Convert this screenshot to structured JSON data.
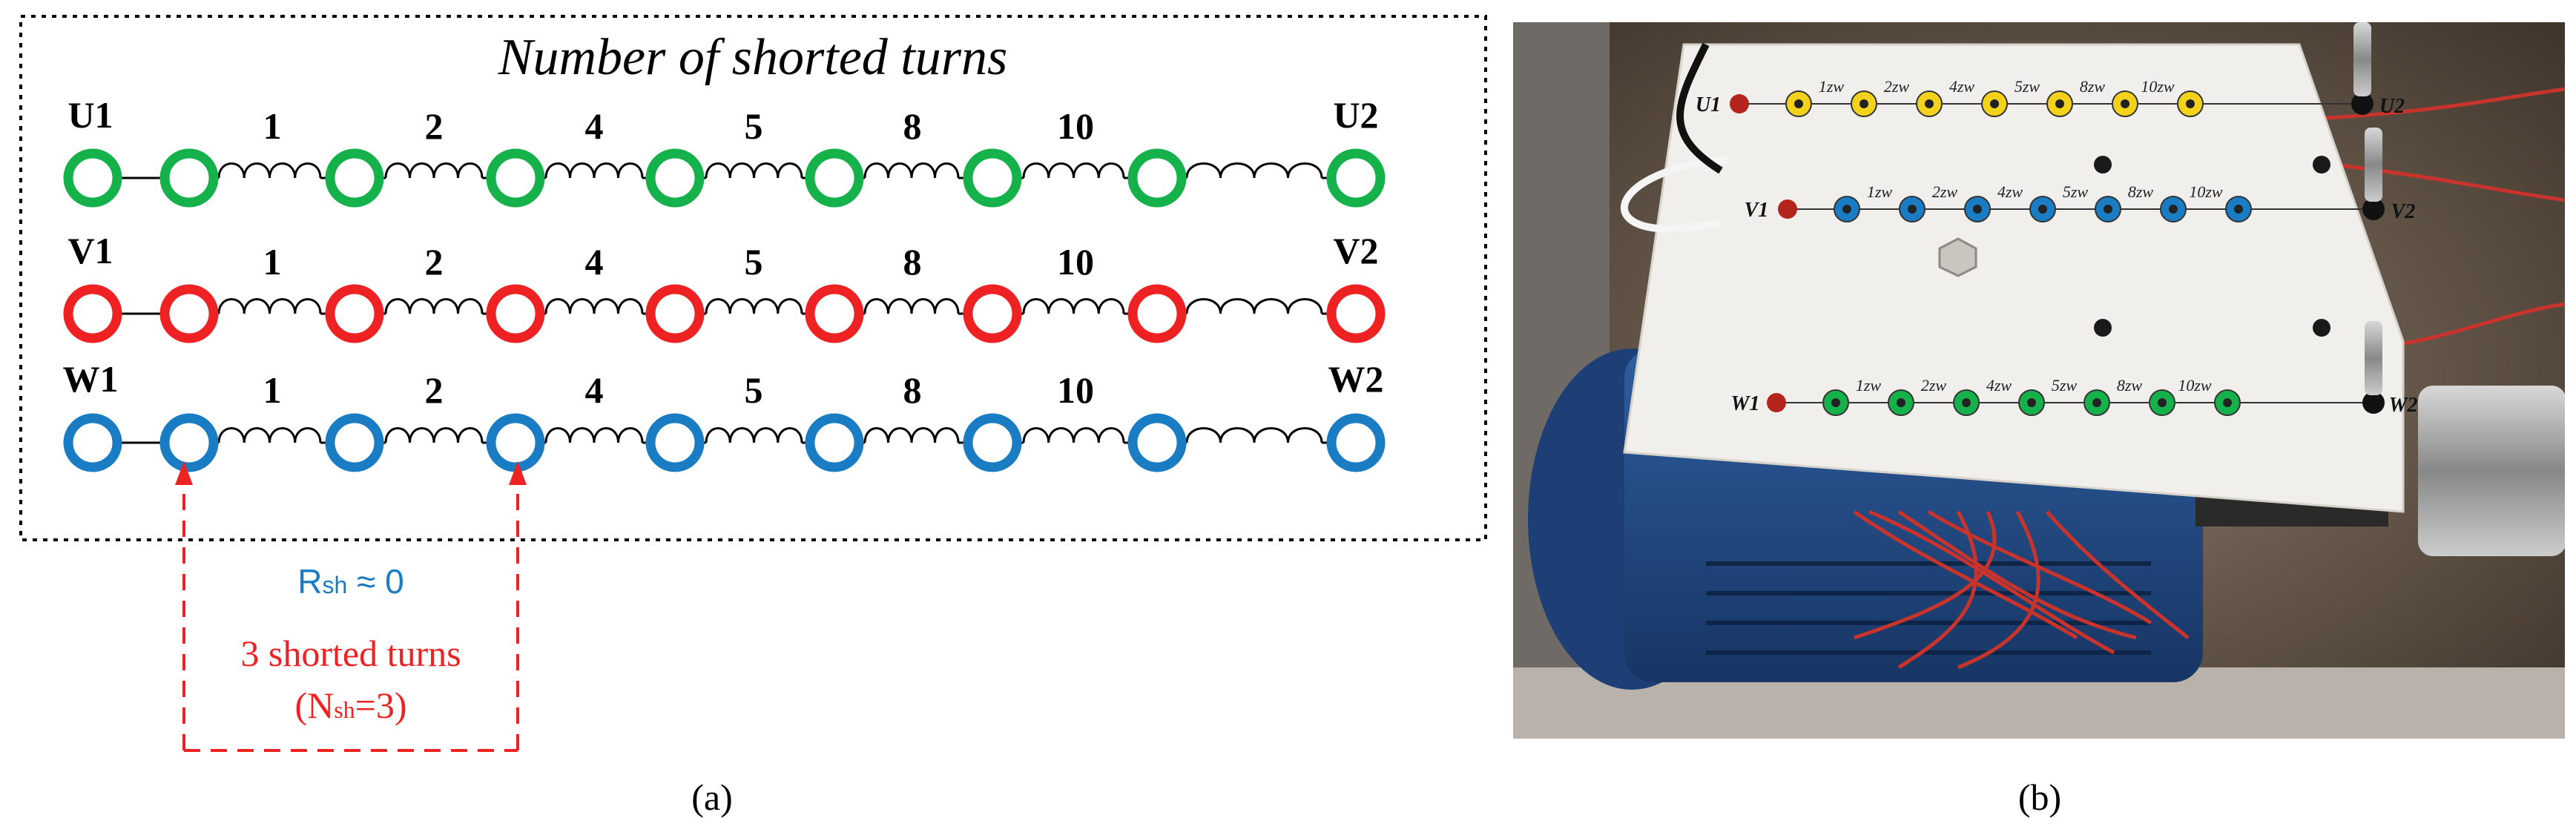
{
  "colors": {
    "green": "#15b14a",
    "red": "#ee2222",
    "blue": "#1a7dc4",
    "yellow": "#f2d21b",
    "black": "#000000"
  },
  "panel_a": {
    "title": "Number of shorted turns",
    "caption": "(a)",
    "phases": [
      {
        "start": "U1",
        "end": "U2",
        "color": "green"
      },
      {
        "start": "V1",
        "end": "V2",
        "color": "red"
      },
      {
        "start": "W1",
        "end": "W2",
        "color": "blue"
      }
    ],
    "coil_labels": [
      "1",
      "2",
      "4",
      "5",
      "8",
      "10"
    ],
    "annotation": {
      "resistance_main": "R",
      "resistance_sub": "sh",
      "resistance_rest": " ≈ 0",
      "shorted_text": "3 shorted turns",
      "nsh_open": "(N",
      "nsh_sub": "sh",
      "nsh_rest": "=3)"
    }
  },
  "panel_b": {
    "caption": "(b)",
    "rows": [
      {
        "start": "U1",
        "end": "U2",
        "color": "yellow"
      },
      {
        "start": "V1",
        "end": "V2",
        "color": "blue"
      },
      {
        "start": "W1",
        "end": "W2",
        "color": "green"
      }
    ],
    "tap_labels": [
      "1zw",
      "2zw",
      "4zw",
      "5zw",
      "8zw",
      "10zw"
    ]
  }
}
